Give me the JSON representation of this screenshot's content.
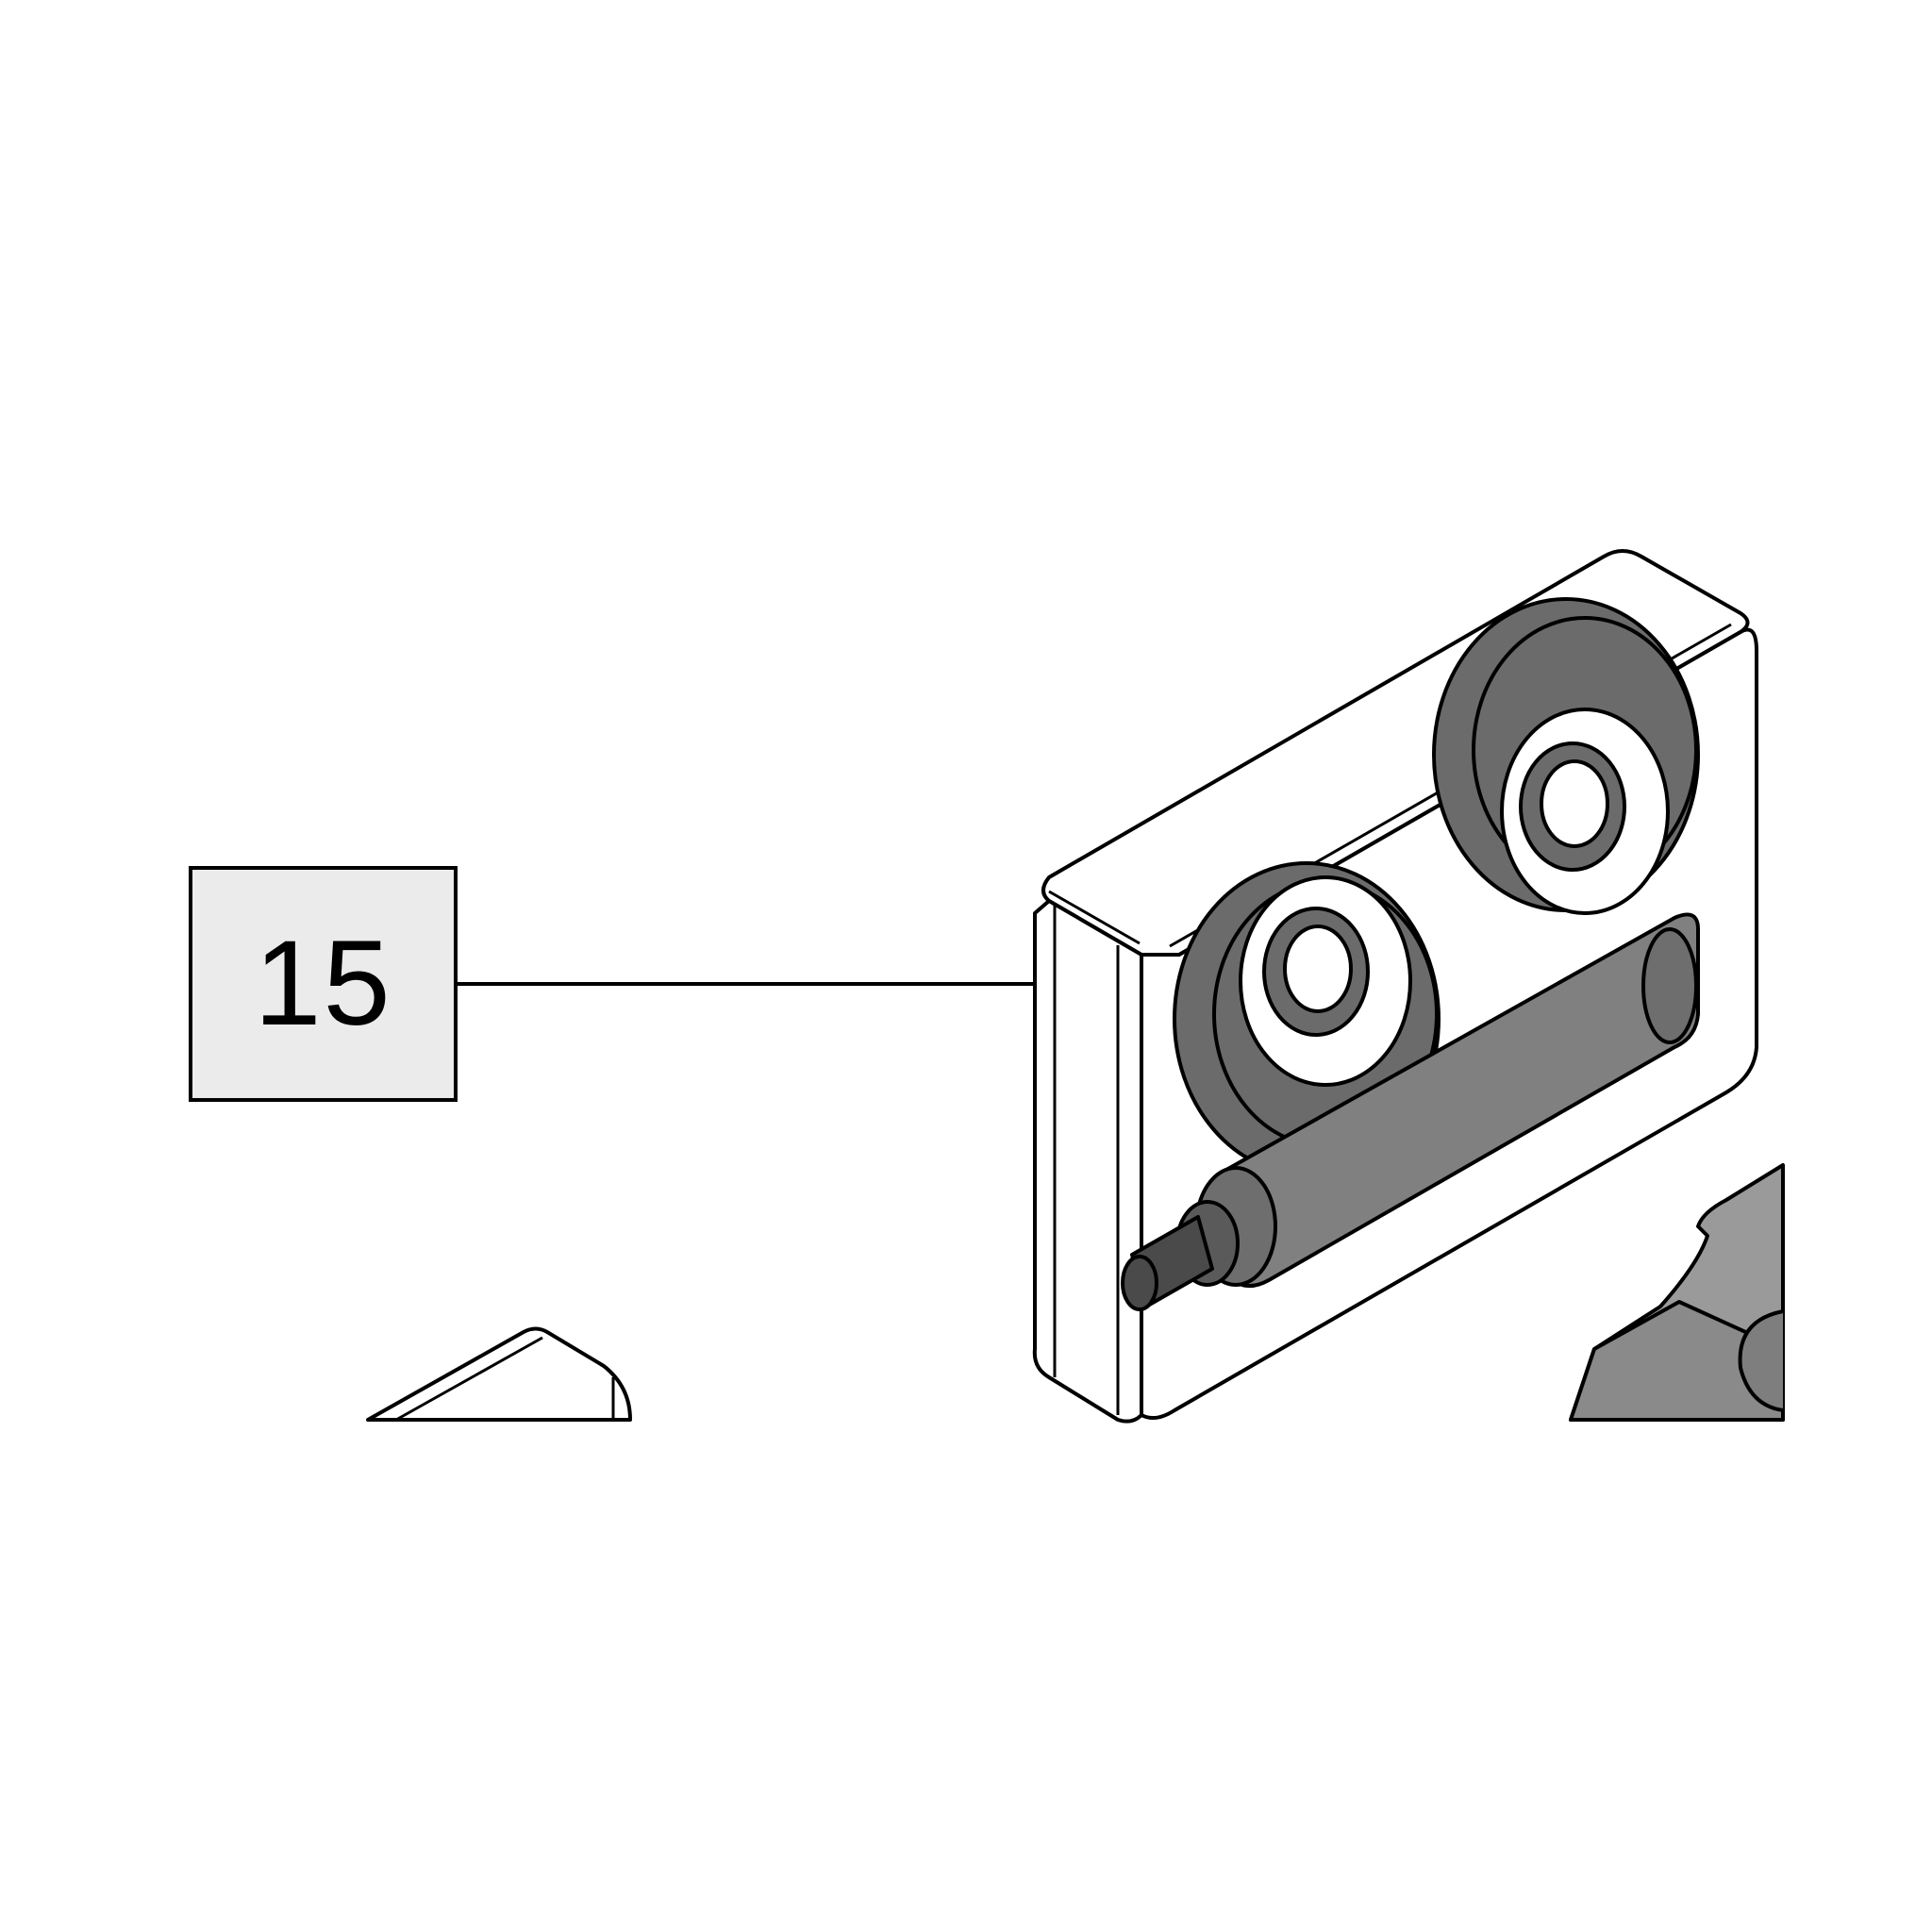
{
  "callout": {
    "label": "15"
  },
  "colors": {
    "background": "#ffffff",
    "line": "#000000",
    "callout_fill": "#ebebeb",
    "seal_fill": "#6b6b6b",
    "tube_fill": "#808080",
    "nozzle_fill": "#4a4a4a",
    "adjacent_part_fill": "#9a9a9a"
  },
  "parts": {
    "item": "kit-box",
    "contents": [
      "ring-seal",
      "ring-seal",
      "grease-tube"
    ]
  }
}
